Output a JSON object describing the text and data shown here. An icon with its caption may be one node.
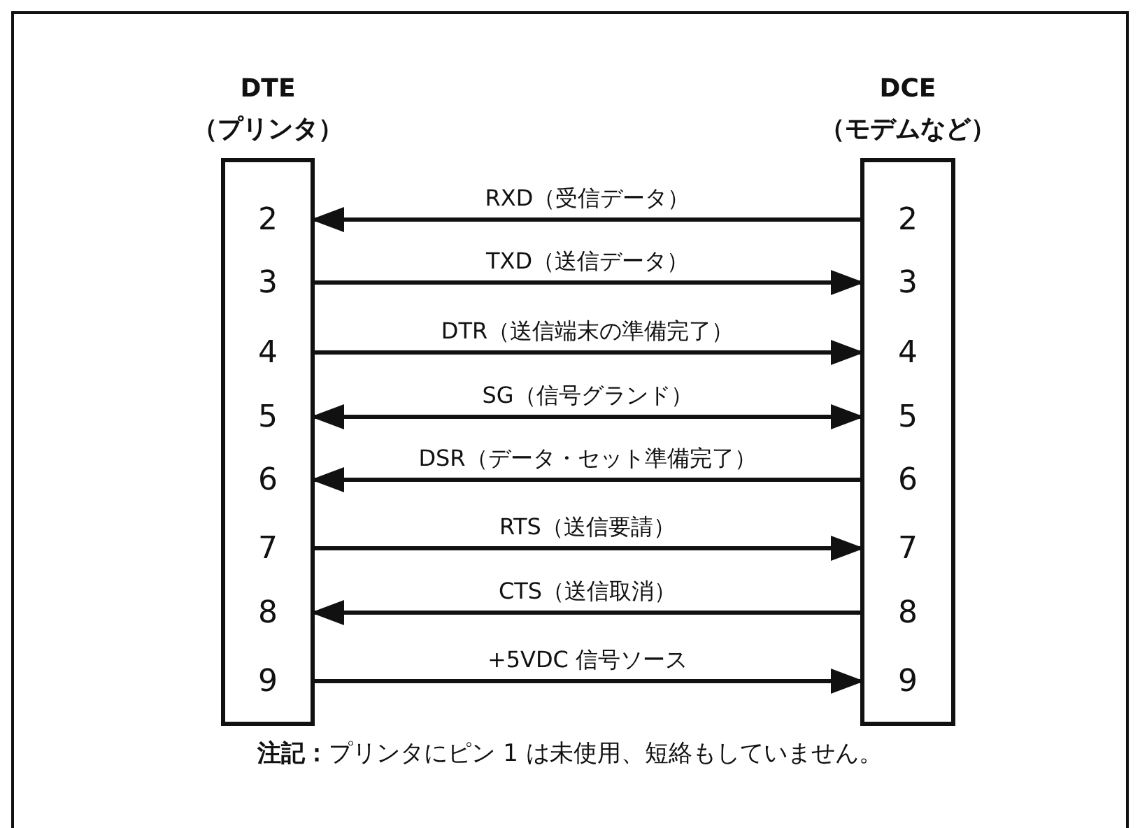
{
  "diagram": {
    "nodes": [
      {
        "text": [
          "DTE",
          "（プリンタ）"
        ]
      },
      {
        "text": [
          "2"
        ],
        "in": 0
      },
      {
        "text": [
          "3"
        ],
        "in": 0
      },
      {
        "text": [
          "4"
        ],
        "in": 0
      },
      {
        "text": [
          "5"
        ],
        "in": 0
      },
      {
        "text": [
          "6"
        ],
        "in": 0
      },
      {
        "text": [
          "7"
        ],
        "in": 0
      },
      {
        "text": [
          "8"
        ],
        "in": 0
      },
      {
        "text": [
          "9"
        ],
        "in": 0
      },
      {
        "text": [
          "DCE",
          "（モデムなど）"
        ]
      },
      {
        "text": [
          "2"
        ],
        "in": 9
      },
      {
        "text": [
          "3"
        ],
        "in": 9
      },
      {
        "text": [
          "4"
        ],
        "in": 9
      },
      {
        "text": [
          "5"
        ],
        "in": 9
      },
      {
        "text": [
          "6"
        ],
        "in": 9
      },
      {
        "text": [
          "7"
        ],
        "in": 9
      },
      {
        "text": [
          "8"
        ],
        "in": 9
      },
      {
        "text": [
          "9"
        ],
        "in": 9
      }
    ],
    "edges": [
      {
        "from": 10,
        "to": 1,
        "arrow": "to",
        "label": "RXD（受信データ）"
      },
      {
        "from": 2,
        "to": 11,
        "arrow": "to",
        "label": "TXD（送信データ）"
      },
      {
        "from": 3,
        "to": 12,
        "arrow": "to",
        "label": "DTR（送信端末の準備完了）"
      },
      {
        "from": 4,
        "to": 13,
        "arrow": "both",
        "label": "SG（信号グランド）"
      },
      {
        "from": 14,
        "to": 5,
        "arrow": "to",
        "label": "DSR（データ・セット準備完了）"
      },
      {
        "from": 6,
        "to": 15,
        "arrow": "to",
        "label": "RTS（送信要請）"
      },
      {
        "from": 16,
        "to": 7,
        "arrow": "to",
        "label": "CTS（送信取消）"
      },
      {
        "from": 8,
        "to": 17,
        "arrow": "to",
        "label": "+5VDC 信号ソース"
      }
    ],
    "labels": [
      "**注記：**プリンタにピン 1 は未使用、短絡もしていません。"
    ]
  }
}
